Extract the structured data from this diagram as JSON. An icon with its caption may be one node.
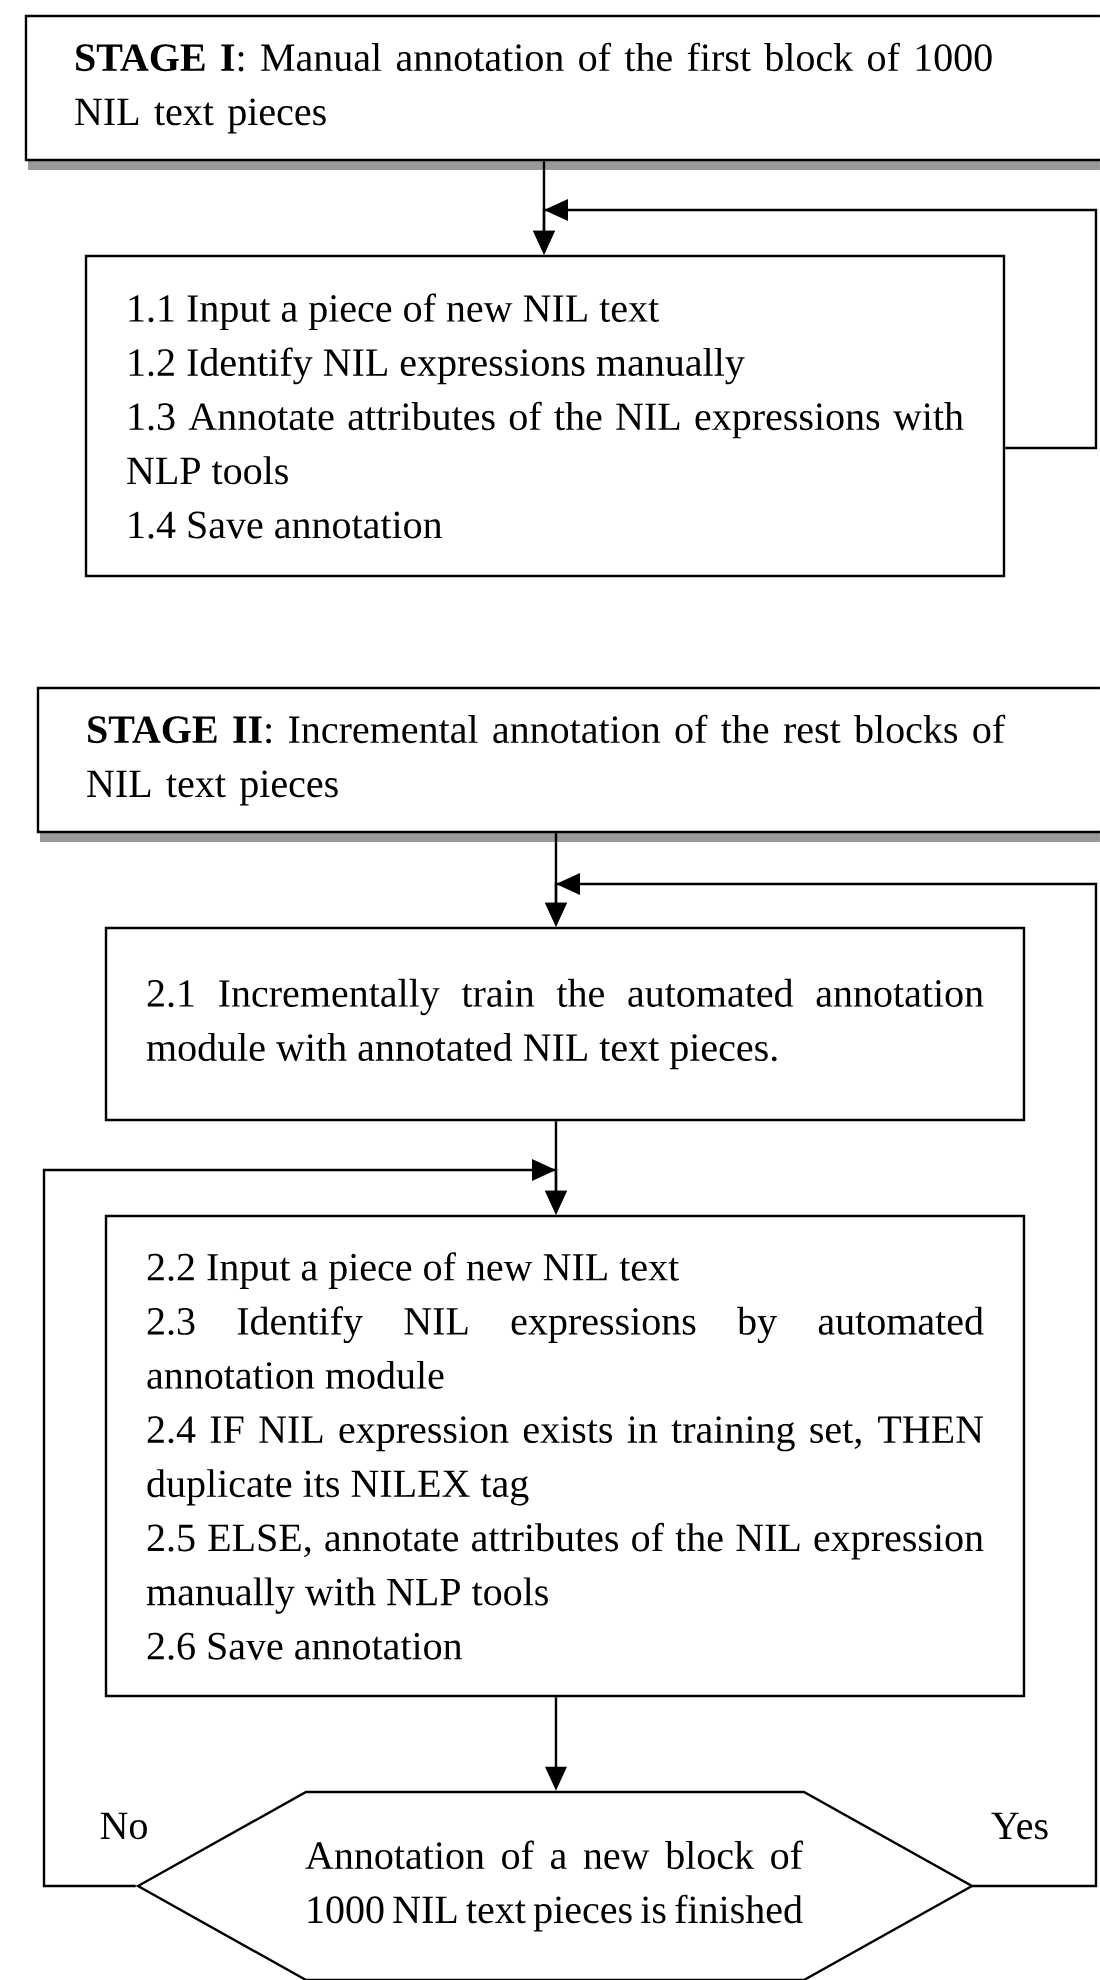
{
  "diagram": {
    "nodes": [
      {
        "text": [
          "**STAGE I**:  Manual annotation of the first block of 1000 NIL text pieces"
        ]
      },
      {
        "text": [
          "1.1 Input a piece of new NIL text",
          "1.2 Identify NIL expressions manually",
          "1.3 Annotate attributes of the NIL expressions with NLP tools",
          "1.4 Save annotation"
        ]
      },
      {
        "text": [
          "**STAGE II**:  Incremental annotation of the rest blocks of NIL text pieces"
        ]
      },
      {
        "text": [
          "2.1 Incrementally train the automated annotation module with annotated NIL text pieces."
        ]
      },
      {
        "text": [
          "2.2 Input a piece of new NIL text",
          "2.3 Identify NIL expressions by automated annotation module",
          "2.4 IF NIL expression exists in training set, THEN duplicate its NILEX tag",
          "2.5 ELSE, annotate attributes of the NIL expression manually with NLP tools",
          "2.6 Save annotation"
        ]
      },
      {
        "text": [
          "Annotation of a new block of 1000 NIL text pieces is finished"
        ]
      }
    ],
    "edges": [
      {
        "from": 0,
        "to": 1,
        "arrow": "to"
      },
      {
        "from": 1,
        "to": 1,
        "arrow": "to"
      },
      {
        "from": 2,
        "to": 3,
        "arrow": "to"
      },
      {
        "from": 3,
        "to": 4,
        "arrow": "to"
      },
      {
        "from": 4,
        "to": 5,
        "arrow": "to"
      },
      {
        "from": 5,
        "to": 3,
        "arrow": "to",
        "label": "Yes"
      },
      {
        "from": 5,
        "to": 4,
        "arrow": "to",
        "label": "No"
      }
    ]
  }
}
